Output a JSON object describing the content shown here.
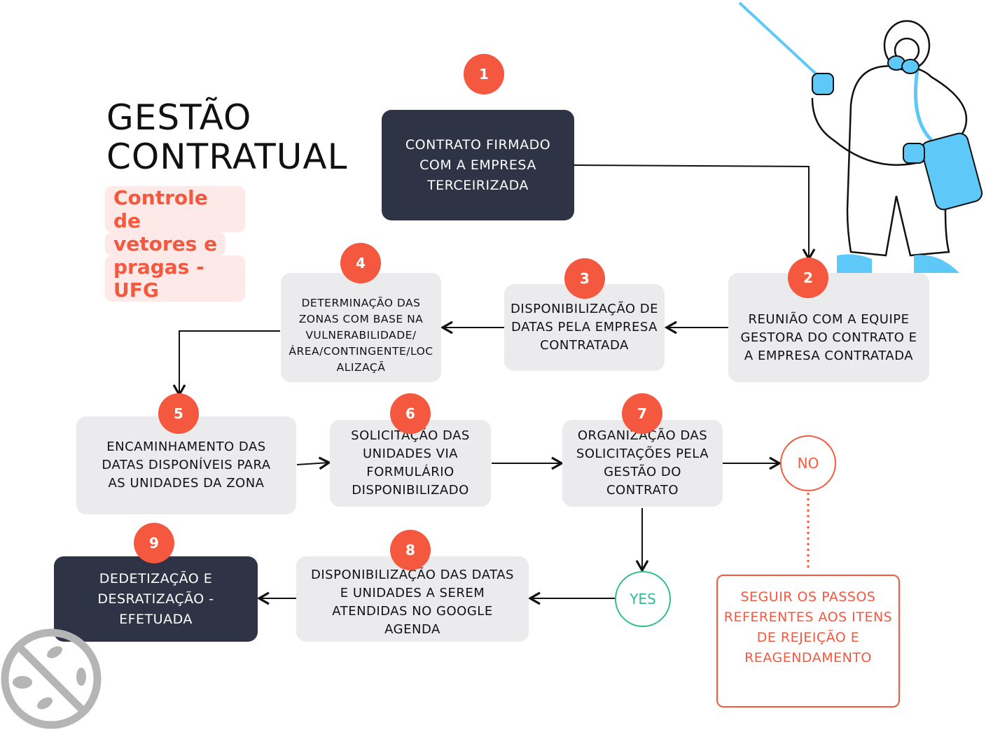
{
  "title": {
    "line1": "GESTÃO",
    "line2": "CONTRATUAL"
  },
  "subtitle": {
    "line1": "Controle de",
    "line2": "vetores e",
    "line3": "pragas - UFG"
  },
  "steps": [
    {
      "number": "1",
      "text": "CONTRATO FIRMADO COM A EMPRESA TERCEIRIZADA"
    },
    {
      "number": "2",
      "text": "REUNIÃO COM A EQUIPE GESTORA DO CONTRATO E A EMPRESA CONTRATADA"
    },
    {
      "number": "3",
      "text": "DISPONIBILIZAÇÃO DE DATAS PELA EMPRESA CONTRATADA"
    },
    {
      "number": "4",
      "text": "DETERMINAÇÃO DAS ZONAS COM BASE NA VULNERABILIDADE/ ÁREA/CONTINGENTE/LOC ALIZAÇÃ"
    },
    {
      "number": "5",
      "text": "ENCAMINHAMENTO DAS DATAS DISPONÍVEIS PARA AS UNIDADES DA ZONA"
    },
    {
      "number": "6",
      "text": "SOLICITAÇÃO DAS UNIDADES VIA FORMULÁRIO DISPONIBILIZADO"
    },
    {
      "number": "7",
      "text": "ORGANIZAÇÃO DAS SOLICITAÇÕES PELA GESTÃO DO CONTRATO"
    },
    {
      "number": "8",
      "text": "DISPONIBILIZAÇÃO DAS DATAS E UNIDADES A SEREM ATENDIDAS NO GOOGLE AGENDA"
    },
    {
      "number": "9",
      "text": "DEDETIZAÇÃO E DESRATIZAÇÃO - EFETUADA"
    }
  ],
  "decisions": {
    "no": "NO",
    "yes": "YES"
  },
  "rejection_note": "SEGUIR OS PASSOS REFERENTES AOS ITENS DE REJEIÇÃO E REAGENDAMENTO",
  "colors": {
    "accent": "#f4583f",
    "dark": "#2e3445",
    "gray": "#ebebed",
    "yes": "#2dbd8a",
    "illustration": "#5ec8f8"
  }
}
